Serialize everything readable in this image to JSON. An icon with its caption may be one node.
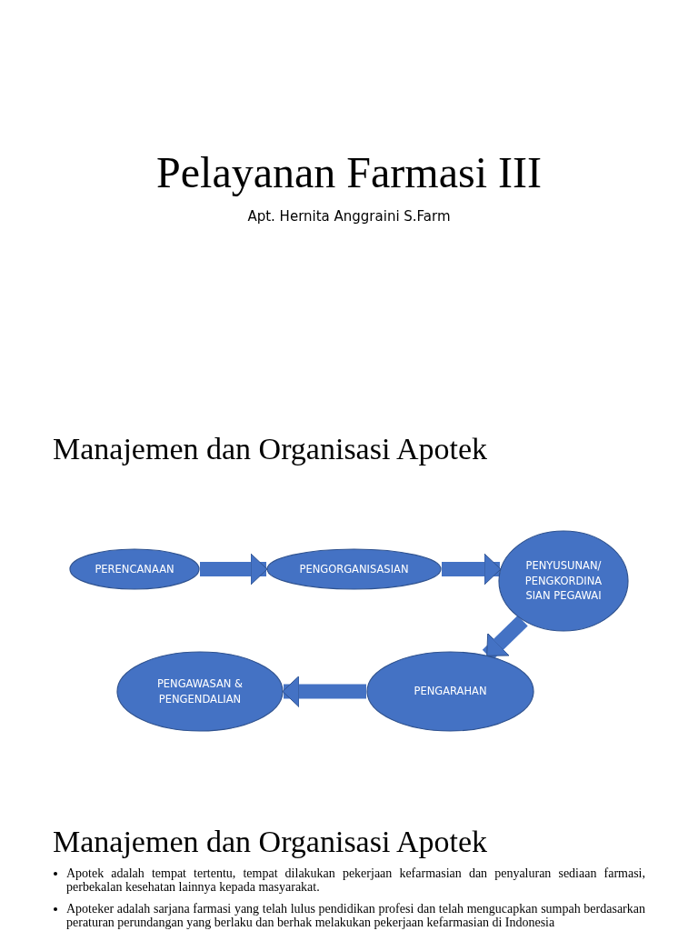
{
  "diagram": {
    "title": "Pelayanan Farmasi III",
    "nodes": [
      {
        "text": [
          "PERENCANAAN"
        ]
      },
      {
        "text": [
          "PENGORGANISASIAN"
        ]
      },
      {
        "text": [
          "PENYUSUNAN/ PENGKORDINA SIAN PEGAWAI"
        ]
      },
      {
        "text": [
          "PENGARAHAN"
        ]
      },
      {
        "text": [
          "PENGAWASAN & PENGENDALIAN"
        ]
      }
    ],
    "edges": [
      {
        "from": 0,
        "to": 1,
        "arrow": "to"
      },
      {
        "from": 1,
        "to": 2,
        "arrow": "to"
      },
      {
        "from": 2,
        "to": 3,
        "arrow": "to"
      },
      {
        "from": 3,
        "to": 4,
        "arrow": "to"
      }
    ],
    "labels": [
      "Apt. Hernita Anggraini S.Farm",
      "Manajemen dan Organisasi Apotek",
      "Manajemen dan Organisasi Apotek",
      "Apotek adalah tempat tertentu, tempat dilakukan pekerjaan kefarmasian dan penyaluran sediaan farmasi, perbekalan kesehatan lainnya kepada masyarakat.",
      "Apoteker adalah sarjana farmasi yang telah lulus pendidikan profesi dan telah mengucapkan sumpah berdasarkan peraturan perundangan yang berlaku dan berhak melakukan pekerjaan kefarmasian di Indonesia"
    ]
  }
}
